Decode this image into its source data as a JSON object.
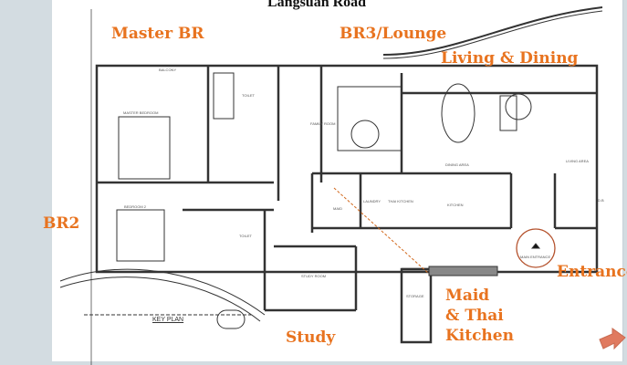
{
  "title": "Langsuan Road",
  "labels": {
    "master_br": "Master BR",
    "br3": "BR3/Lounge",
    "living": "Living & Dining",
    "br2": "BR2",
    "entrance": "Entrance",
    "study": "Study",
    "maid_line1": "Maid",
    "maid_line2": "& Thai",
    "maid_line3": "Kitchen"
  },
  "plan_rooms": {
    "balcony": "BALCONY",
    "toilet1": "TOILET",
    "master_bedroom": "MASTER BEDROOM",
    "family_room": "FAMILY ROOM",
    "dining_area": "DINING AREA",
    "living_area": "LIVING AREA",
    "maid": "MAID",
    "laundry": "LAUNDRY",
    "thai_kitchen": "THAI KITCHEN",
    "kitchen": "KITCHEN",
    "bedroom2": "BEDROOM 2",
    "toilet2": "TOILET",
    "study_room": "STUDY ROOM",
    "storage": "STORAGE",
    "main_entrance": "MAIN ENTRANCE",
    "db": "D.B",
    "key_plan": "KEY PLAN"
  },
  "colors": {
    "accent": "#e8731f",
    "arrow": "#e07a5f"
  }
}
